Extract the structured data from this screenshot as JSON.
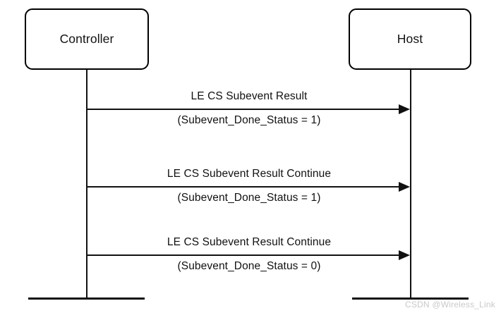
{
  "diagram": {
    "type": "sequence-diagram",
    "actors": [
      {
        "id": "controller",
        "label": "Controller"
      },
      {
        "id": "host",
        "label": "Host"
      }
    ],
    "messages": [
      {
        "from": "controller",
        "to": "host",
        "direction": "right",
        "label": "LE CS Subevent Result",
        "parameters": "(Subevent_Done_Status = 1)"
      },
      {
        "from": "controller",
        "to": "host",
        "direction": "right",
        "label": "LE CS Subevent Result Continue",
        "parameters": "(Subevent_Done_Status = 1)"
      },
      {
        "from": "controller",
        "to": "host",
        "direction": "right",
        "label": "LE CS Subevent Result Continue",
        "parameters": "(Subevent_Done_Status = 0)"
      }
    ],
    "watermark": "CSDN @Wireless_Link",
    "colors": {
      "stroke": "#111111",
      "background": "#ffffff",
      "watermark": "#c9c9c9"
    }
  }
}
